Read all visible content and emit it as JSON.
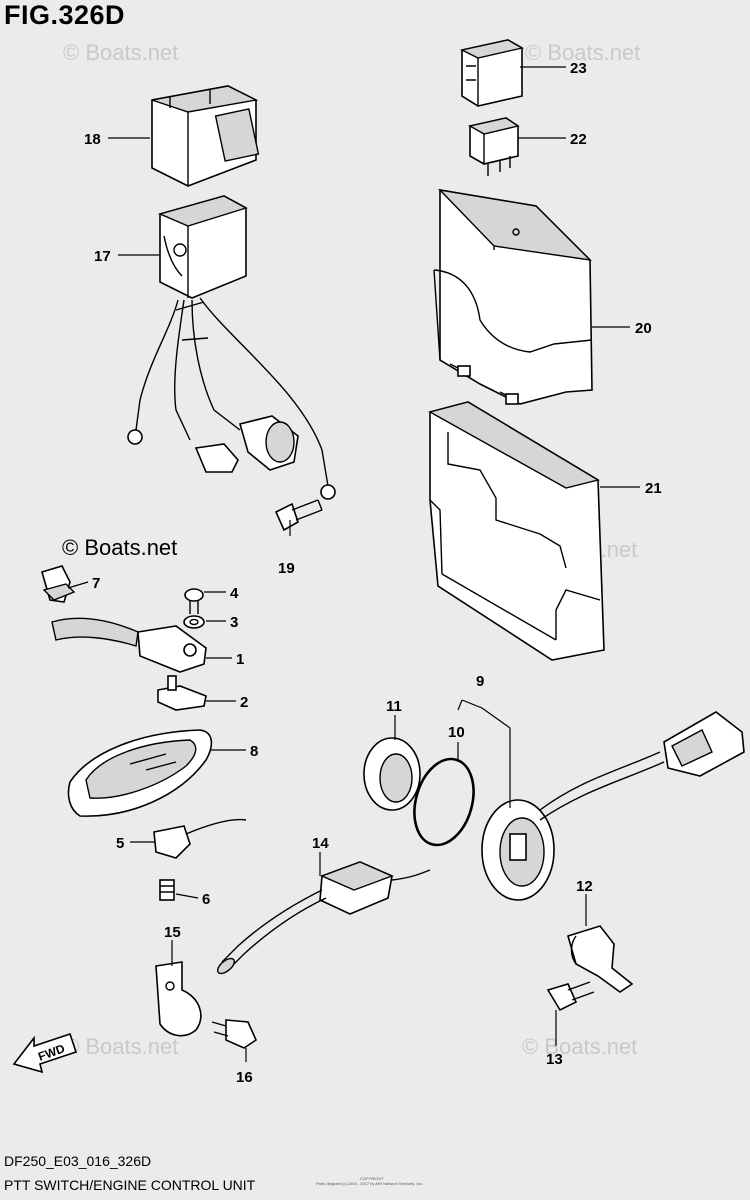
{
  "figure": {
    "title": "FIG.326D",
    "copyright": "© Boats.net",
    "watermark": "© Boats.net",
    "footer_code": "DF250_E03_016_326D",
    "footer_name": "PTT SWITCH/ENGINE CONTROL UNIT",
    "tiny_note_1": "COPYRIGHT",
    "tiny_note_2": "Parts diagram (c) 2004 - 2017 by ARI Network Services, Inc."
  },
  "callouts": {
    "c1": "1",
    "c2": "2",
    "c3": "3",
    "c4": "4",
    "c5": "5",
    "c6": "6",
    "c7": "7",
    "c8": "8",
    "c9": "9",
    "c10": "10",
    "c11": "11",
    "c12": "12",
    "c13": "13",
    "c14": "14",
    "c15": "15",
    "c16": "16",
    "c17": "17",
    "c18": "18",
    "c19": "19",
    "c20": "20",
    "c21": "21",
    "c22": "22",
    "c23": "23"
  },
  "fwd_arrow_label": "FWD",
  "colors": {
    "background": "#ebebeb",
    "ink": "#000000",
    "watermark": "#c9c9c9"
  }
}
